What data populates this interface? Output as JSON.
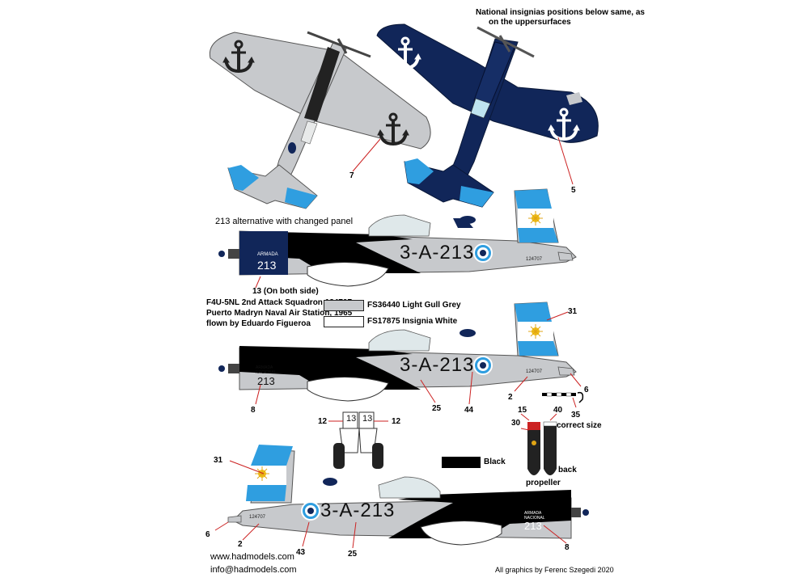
{
  "colors": {
    "light_gull_grey": "#c7c9cc",
    "navy": "#112659",
    "black": "#000000",
    "white": "#ffffff",
    "flag_blue": "#2f9ee0",
    "callout_red": "#cc2222"
  },
  "top_note": {
    "line1": "National insignias positions below same, as",
    "line2": "on the uppersurfaces"
  },
  "alt_panel_caption": "213 alternative with changed panel",
  "on_both_side": "13  (On both side)",
  "aircraft_info": {
    "line1": "F4U-5NL 2nd Attack Squadron 124707",
    "line2": "Puerto Madryn Naval Air Station, 1965",
    "line3": "flown by Eduardo Figueroa"
  },
  "legend": {
    "grey_label": "FS36440 Light Gull Grey",
    "white_label": "FS17875 Insignia White",
    "black_label": "Black"
  },
  "markings": {
    "code": "3-A-213",
    "serial": "124707",
    "armada": "ARMADA",
    "nacional": "NACIONAL",
    "nose_number": "213",
    "serial_small": "124707"
  },
  "callouts": {
    "n5": "5",
    "n7": "7",
    "n13": "13",
    "n31a": "31",
    "n31b": "31",
    "n6a": "6",
    "n6b": "6",
    "n2a": "2",
    "n2b": "2",
    "n8a": "8",
    "n8b": "8",
    "n25a": "25",
    "n25b": "25",
    "n44": "44",
    "n43": "43",
    "n12a": "12",
    "n12b": "12",
    "n15": "15",
    "n40": "40",
    "n30": "30",
    "n35": "35",
    "gear_num": "13"
  },
  "prop_labels": {
    "correct_size": "correct size",
    "propeller": "propeller",
    "back": "back"
  },
  "footer": {
    "web": "www.hadmodels.com",
    "email": "info@hadmodels.com",
    "credit": "All graphics by Ferenc Szegedi 2020"
  }
}
